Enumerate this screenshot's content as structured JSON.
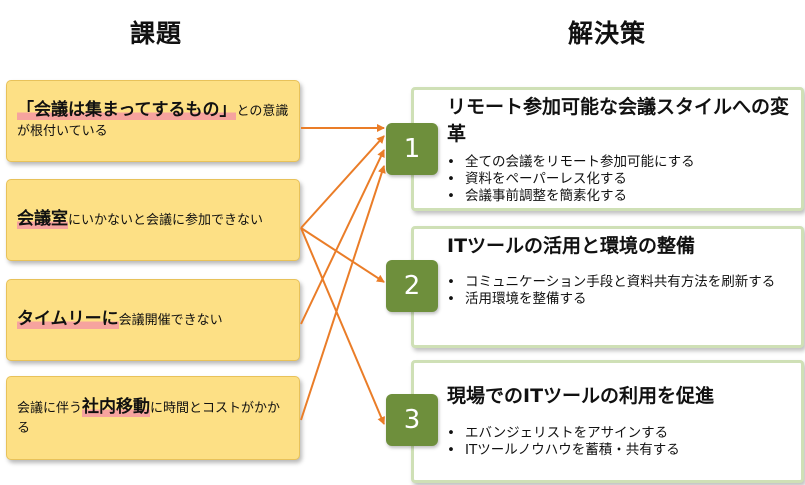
{
  "headings": {
    "issues": "課題",
    "solutions": "解決策"
  },
  "issues": [
    {
      "pre": "",
      "emphasis": "「会議は集まってするもの」",
      "post": "との意識が根付いている"
    },
    {
      "pre": "",
      "emphasis": "会議室",
      "post": "にいかないと会議に参加できない"
    },
    {
      "pre": "",
      "emphasis": "タイムリーに",
      "post": "会議開催できない"
    },
    {
      "pre": "会議に伴う",
      "emphasis": "社内移動",
      "post": "に時間とコストがかかる"
    }
  ],
  "solutions": [
    {
      "number": "1",
      "title": "リモート参加可能な会議スタイルへの変革",
      "bullets": [
        "全ての会議をリモート参加可能にする",
        "資料をペーパーレス化する",
        "会議事前調整を簡素化する"
      ]
    },
    {
      "number": "2",
      "title": "ITツールの活用と環境の整備",
      "bullets": [
        "コミュニケーション手段と資料共有方法を刷新する",
        "活用環境を整備する"
      ]
    },
    {
      "number": "3",
      "title": "現場でのITツールの利用を促進",
      "bullets": [
        "エバンジェリストをアサインする",
        "ITツールノウハウを蓄積・共有する"
      ]
    }
  ],
  "colors": {
    "issue_fill": "#fde085",
    "emphasis_underline": "#f6a39e",
    "solution_border": "#cfe0b6",
    "number_fill": "#6e8f3c",
    "arrow": "#ea7d28"
  }
}
